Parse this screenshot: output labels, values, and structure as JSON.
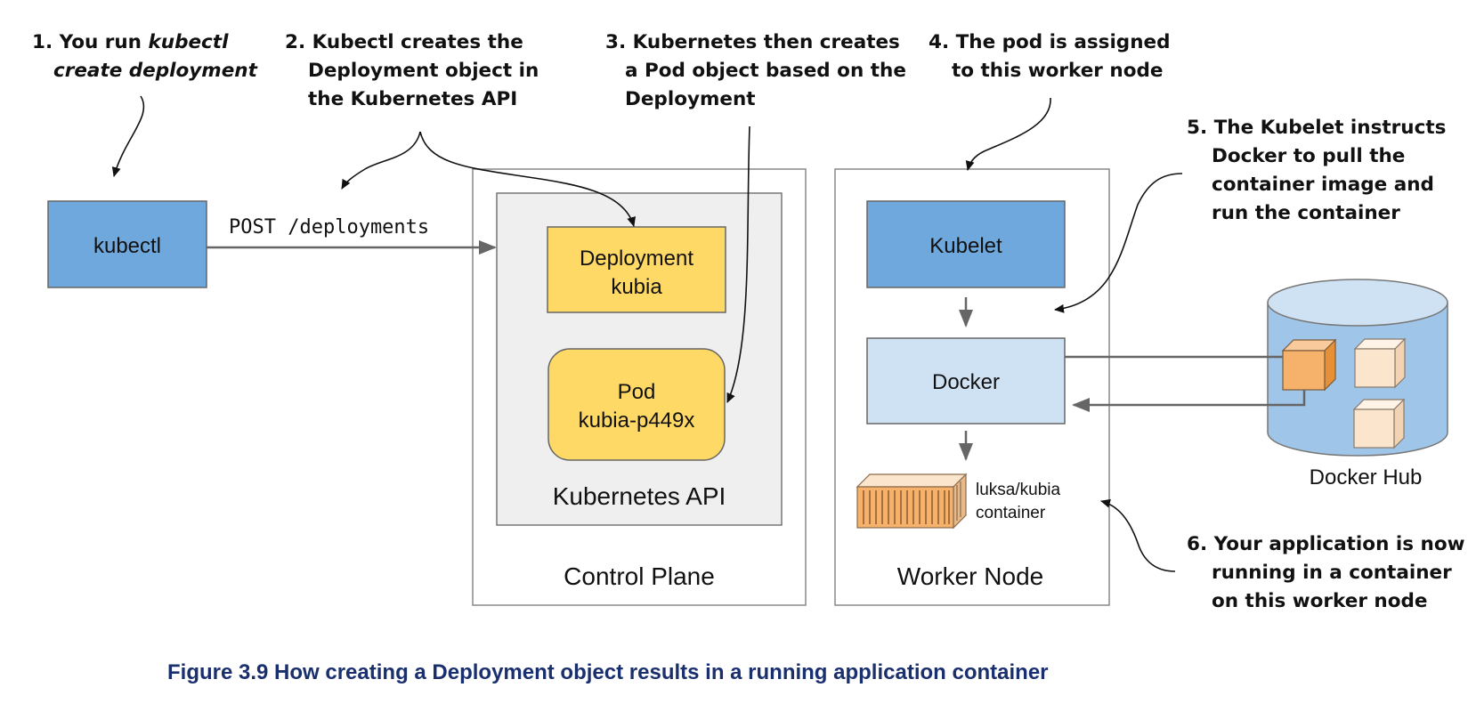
{
  "annotations": {
    "step1": {
      "line1_prefix": "1. You run ",
      "line1_italic": "kubectl",
      "line2_italic": "create deployment"
    },
    "step2": {
      "lines": [
        "2. Kubectl creates the",
        "Deployment object in",
        "the Kubernetes API"
      ]
    },
    "step3": {
      "lines": [
        "3. Kubernetes then creates",
        "a Pod object based on the",
        "Deployment"
      ]
    },
    "step4": {
      "lines": [
        "4. The pod is assigned",
        "to this worker node"
      ]
    },
    "step5": {
      "lines": [
        "5. The Kubelet instructs",
        "Docker to pull the",
        "container image and",
        "run the container"
      ]
    },
    "step6": {
      "lines": [
        "6. Your application is now",
        "running in a container",
        "on this worker node"
      ]
    }
  },
  "nodes": {
    "kubectl": "kubectl",
    "post_label": "POST /deployments",
    "deployment": {
      "line1": "Deployment",
      "line2": "kubia"
    },
    "pod": {
      "line1": "Pod",
      "line2": "kubia-p449x"
    },
    "kubernetes_api": "Kubernetes API",
    "control_plane": "Control Plane",
    "kubelet": "Kubelet",
    "docker": "Docker",
    "container": {
      "line1": "luksa/kubia",
      "line2": "container"
    },
    "worker_node": "Worker Node",
    "docker_hub": "Docker Hub"
  },
  "caption": "Figure 3.9 How creating a Deployment object results in a running application container",
  "colors": {
    "blue_box": "#6fa8dc",
    "light_blue_box": "#cfe2f3",
    "yellow_box": "#ffd966",
    "api_bg": "#efefef",
    "orange_cube": "#f6b26b",
    "light_cube": "#fce5cd",
    "caption": "#1a2f6e"
  }
}
